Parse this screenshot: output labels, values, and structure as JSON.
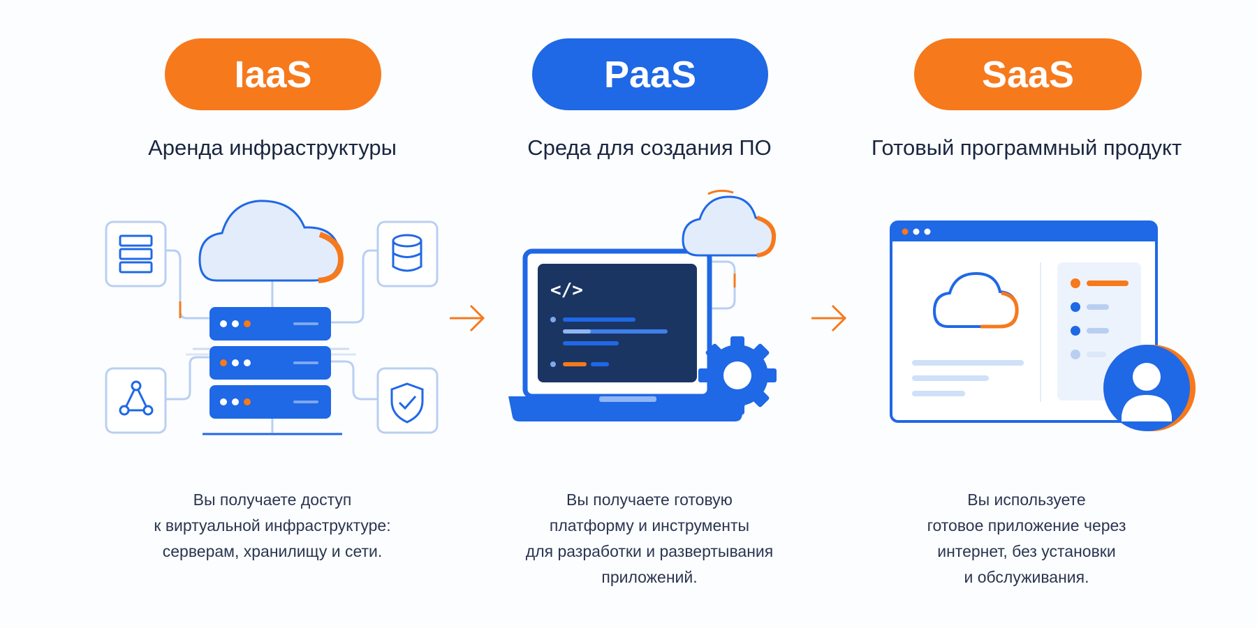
{
  "colors": {
    "orange": "#f6791c",
    "blue": "#1f68e6",
    "navy": "#1b3563",
    "light_blue": "#dce9fb",
    "text": "#1a2640"
  },
  "columns": [
    {
      "badge": "IaaS",
      "badge_color": "orange",
      "subtitle": "Аренда инфраструктуры",
      "description": [
        "Вы получаете доступ",
        "к виртуальной инфраструктуре:",
        "серверам, хранилищу и сети."
      ],
      "icons": [
        "cloud-icon",
        "server-rack-icon",
        "server-list-icon",
        "database-icon",
        "network-nodes-icon",
        "shield-check-icon"
      ]
    },
    {
      "badge": "PaaS",
      "badge_color": "blue",
      "subtitle": "Среда для создания ПО",
      "description": [
        "Вы получаете готовую",
        "платформу и инструменты",
        "для разработки и развертывания",
        "приложений."
      ],
      "code_symbol": "</>",
      "icons": [
        "laptop-icon",
        "code-icon",
        "cloud-icon",
        "gear-icon"
      ]
    },
    {
      "badge": "SaaS",
      "badge_color": "orange",
      "subtitle": "Готовый программный продукт",
      "description": [
        "Вы используете",
        "готовое приложение через",
        "интернет, без установки",
        "и обслуживания."
      ],
      "icons": [
        "browser-window-icon",
        "cloud-icon",
        "list-icon",
        "user-avatar-icon"
      ]
    }
  ],
  "arrows": [
    "arrow-right-icon",
    "arrow-right-icon"
  ]
}
